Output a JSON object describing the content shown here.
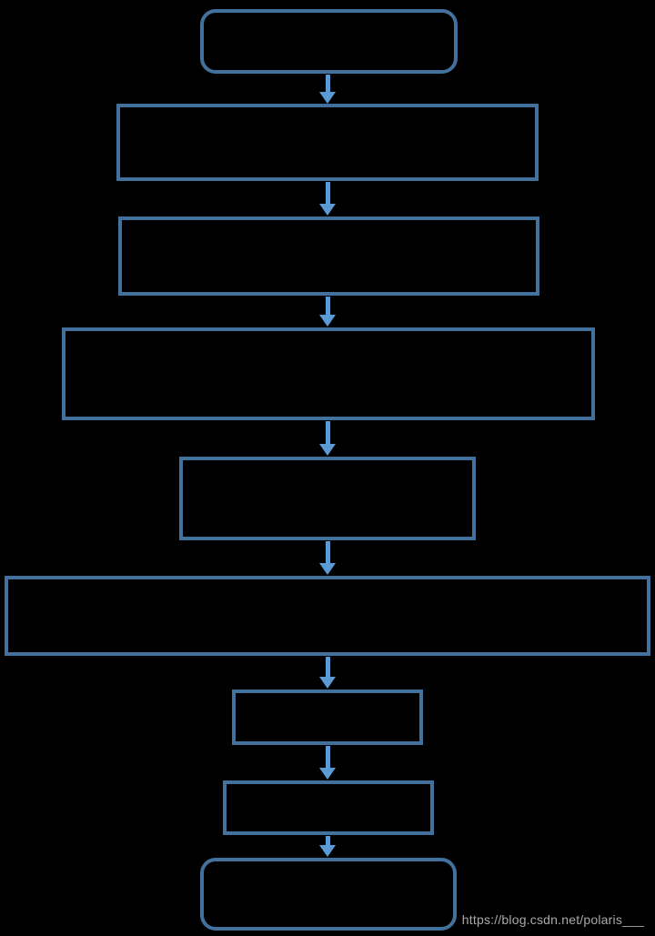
{
  "colors": {
    "background": "#000000",
    "node_border": "#41719C",
    "arrow": "#5B9BD5",
    "watermark_text": "#A9A9A9"
  },
  "watermark": {
    "text": "https://blog.csdn.net/polaris___"
  },
  "flowchart": {
    "type": "vertical-flow",
    "direction": "top-to-bottom",
    "nodes": [
      {
        "id": 1,
        "shape": "rounded-rectangle",
        "label": ""
      },
      {
        "id": 2,
        "shape": "rectangle",
        "label": ""
      },
      {
        "id": 3,
        "shape": "rectangle",
        "label": ""
      },
      {
        "id": 4,
        "shape": "rectangle",
        "label": ""
      },
      {
        "id": 5,
        "shape": "rectangle",
        "label": ""
      },
      {
        "id": 6,
        "shape": "rectangle",
        "label": ""
      },
      {
        "id": 7,
        "shape": "rectangle",
        "label": ""
      },
      {
        "id": 8,
        "shape": "rectangle",
        "label": ""
      },
      {
        "id": 9,
        "shape": "rounded-rectangle",
        "label": ""
      }
    ],
    "connectors": [
      {
        "from": 1,
        "to": 2,
        "style": "straight-arrow-down"
      },
      {
        "from": 2,
        "to": 3,
        "style": "straight-arrow-down"
      },
      {
        "from": 3,
        "to": 4,
        "style": "straight-arrow-down"
      },
      {
        "from": 4,
        "to": 5,
        "style": "straight-arrow-down"
      },
      {
        "from": 5,
        "to": 6,
        "style": "straight-arrow-down"
      },
      {
        "from": 6,
        "to": 7,
        "style": "straight-arrow-down"
      },
      {
        "from": 7,
        "to": 8,
        "style": "straight-arrow-down"
      },
      {
        "from": 8,
        "to": 9,
        "style": "straight-arrow-down"
      }
    ]
  }
}
